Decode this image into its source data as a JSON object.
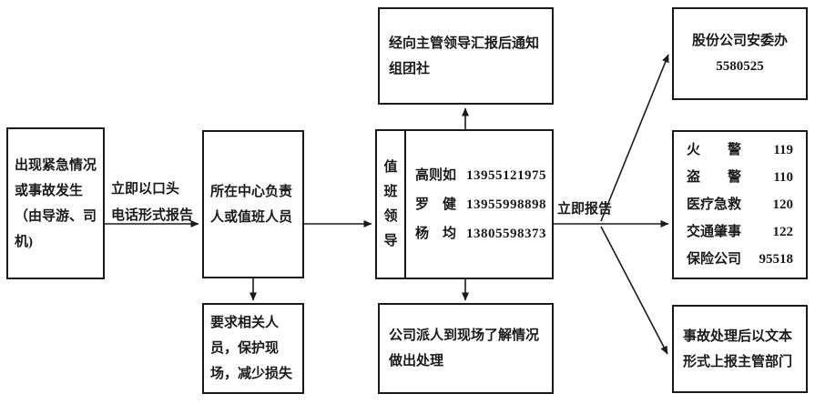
{
  "colors": {
    "ink": "#1a1a1a",
    "background": "#ffffff"
  },
  "boxes": {
    "incident": {
      "text": "出现紧急情况或事故发生（由导游、司机)"
    },
    "staff": {
      "text": "所在中心负责人或值班人员"
    },
    "protect": {
      "text": "要求相关人员，保护现场，减少损失"
    },
    "duty_leader": {
      "side_label": "值班领导",
      "contacts": [
        {
          "name": "高则如",
          "phone": "13955121975"
        },
        {
          "name": "罗　健",
          "phone": "13955998898"
        },
        {
          "name": "杨　均",
          "phone": "13805598373"
        }
      ]
    },
    "notify": {
      "text": "经向主管领导汇报后通知组团社"
    },
    "dispatch": {
      "text": "公司派人到现场了解情况做出处理"
    },
    "safety_office": {
      "name": "股份公司安委办",
      "phone": "5580525"
    },
    "emergency": {
      "rows": [
        {
          "label": "火　　警",
          "number": "119"
        },
        {
          "label": "盗　　警",
          "number": "110"
        },
        {
          "label": "医疗急救",
          "number": "120"
        },
        {
          "label": "交通肇事",
          "number": "122"
        },
        {
          "label": "保险公司",
          "number": "95518"
        }
      ]
    },
    "superior": {
      "text": "事故处理后以文本形式上报主管部门"
    }
  },
  "labels": {
    "oral_report_line1": "立即以口头",
    "oral_report_line2": "电话形式报告",
    "immediate_report": "立即报告"
  }
}
